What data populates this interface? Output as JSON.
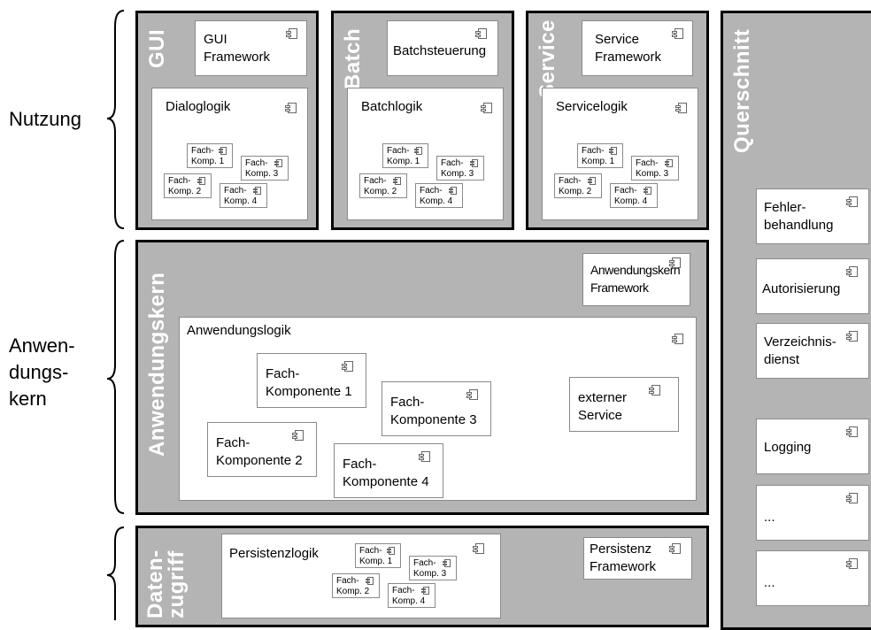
{
  "left_labels": {
    "nutzung": "Nutzung",
    "anwendungskern": "Anwen-\ndungs-\nkern"
  },
  "panels": {
    "gui": {
      "title": "GUI",
      "framework": "GUI\nFramework",
      "logic": "Dialoglogik"
    },
    "batch": {
      "title": "Batch",
      "framework": "Batchsteuerung",
      "logic": "Batchlogik"
    },
    "service": {
      "title": "Service",
      "framework": "Service\nFramework",
      "logic": "Servicelogik"
    },
    "anwendungskern": {
      "title": "Anwendungskern",
      "framework": "Anwendungskern\nFramework",
      "logic": "Anwendungslogik",
      "components": [
        "Fach-\nKomponente 1",
        "Fach-\nKomponente 2",
        "Fach-\nKomponente 3",
        "Fach-\nKomponente 4"
      ],
      "external": "externer\nService"
    },
    "datenzugriff": {
      "title": "Daten-\nzugriff",
      "framework": "Persistenz\nFramework",
      "logic": "Persistenzlogik"
    },
    "querschnitt": {
      "title": "Querschnitt",
      "items": [
        "Fehler-\nbehandlung",
        "Autorisierung",
        "Verzeichnis-\ndienst",
        "Logging",
        "...",
        "..."
      ]
    }
  },
  "small_components": [
    "Fach-\nKomp. 1",
    "Fach-\nKomp. 2",
    "Fach-\nKomp. 3",
    "Fach-\nKomp. 4"
  ]
}
